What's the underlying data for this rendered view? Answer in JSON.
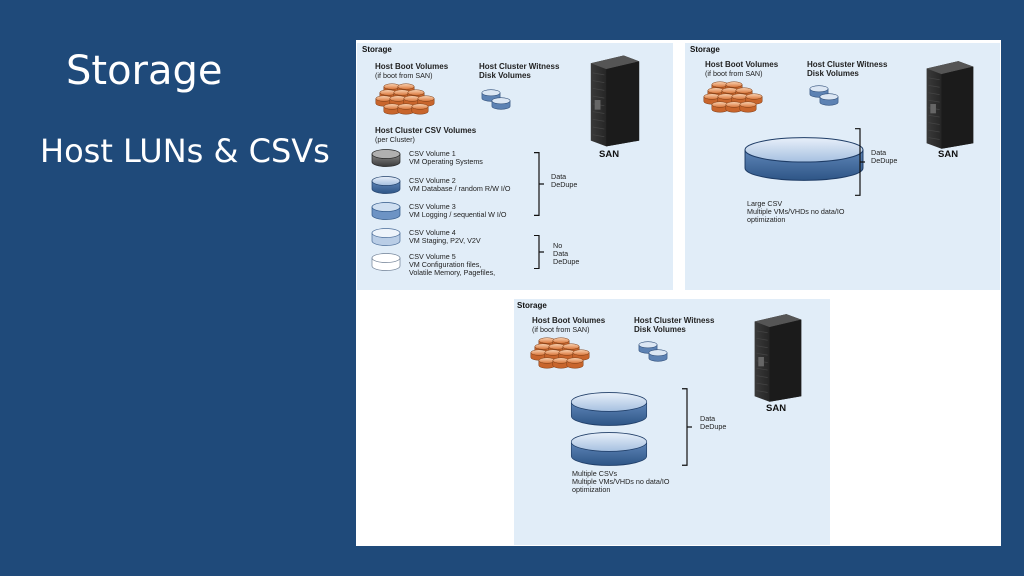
{
  "slide": {
    "title": "Storage",
    "subtitle": "Host LUNs & CSVs"
  },
  "panel1": {
    "header": "Storage",
    "boot_title": "Host Boot Volumes",
    "boot_note": "(if boot from SAN)",
    "witness_title_1": "Host Cluster Witness",
    "witness_title_2": "Disk Volumes",
    "csv_title": "Host Cluster CSV Volumes",
    "csv_note": "(per Cluster)",
    "san_label": "SAN",
    "volumes": [
      {
        "name": "CSV Volume 1",
        "desc": "VM Operating Systems",
        "desc2": ""
      },
      {
        "name": "CSV Volume 2",
        "desc": "VM Database / random R/W I/O",
        "desc2": ""
      },
      {
        "name": "CSV Volume 3",
        "desc": "VM Logging / sequential W I/O",
        "desc2": ""
      },
      {
        "name": "CSV Volume 4",
        "desc": "VM Staging, P2V, V2V",
        "desc2": ""
      },
      {
        "name": "CSV Volume 5",
        "desc": "VM Configuration files,",
        "desc2": "Volatile Memory, Pagefiles,"
      }
    ],
    "dedupe_1": "Data",
    "dedupe_2": "DeDupe",
    "nodedupe_1": "No",
    "nodedupe_2": "Data",
    "nodedupe_3": "DeDupe"
  },
  "panel2": {
    "header": "Storage",
    "boot_title": "Host Boot Volumes",
    "boot_note": "(if boot from SAN)",
    "witness_title_1": "Host Cluster Witness",
    "witness_title_2": "Disk Volumes",
    "san_label": "SAN",
    "dedupe_1": "Data",
    "dedupe_2": "DeDupe",
    "caption_1": "Large CSV",
    "caption_2": "Multiple VMs/VHDs no data/IO",
    "caption_3": "optimization"
  },
  "panel3": {
    "header": "Storage",
    "boot_title": "Host Boot Volumes",
    "boot_note": "(if boot from SAN)",
    "witness_title_1": "Host Cluster Witness",
    "witness_title_2": "Disk Volumes",
    "san_label": "SAN",
    "dedupe_1": "Data",
    "dedupe_2": "DeDupe",
    "caption_1": "Multiple CSVs",
    "caption_2": "Multiple VMs/VHDs no data/IO",
    "caption_3": "optimization"
  },
  "colors": {
    "background": "#1f4a7a",
    "panel": "#e1edf8",
    "boot_disk": "#e8935a",
    "witness_disk": "#8fb0d6",
    "csv_disk": "#7ea0c8"
  }
}
